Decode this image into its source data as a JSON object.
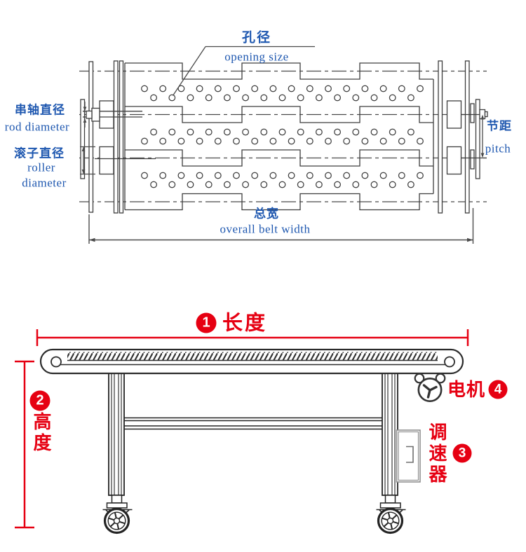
{
  "top": {
    "label_color": "#1f58b0",
    "opening_zh": "孔径",
    "opening_en": "opening size",
    "rod_zh": "串轴直径",
    "rod_en": "rod diameter",
    "roller_zh": "滚子直径",
    "roller_en1": "roller",
    "roller_en2": "diameter",
    "pitch_zh": "节距",
    "pitch_en": "pitch",
    "width_zh": "总宽",
    "width_en": "overall belt width"
  },
  "bottom": {
    "annotation_color": "#e60012",
    "length_num": "1",
    "length_label": "长度",
    "height_num": "2",
    "height_label": "高度",
    "speed_num": "3",
    "speed_label": "调速器",
    "motor_num": "4",
    "motor_label": "电机"
  }
}
